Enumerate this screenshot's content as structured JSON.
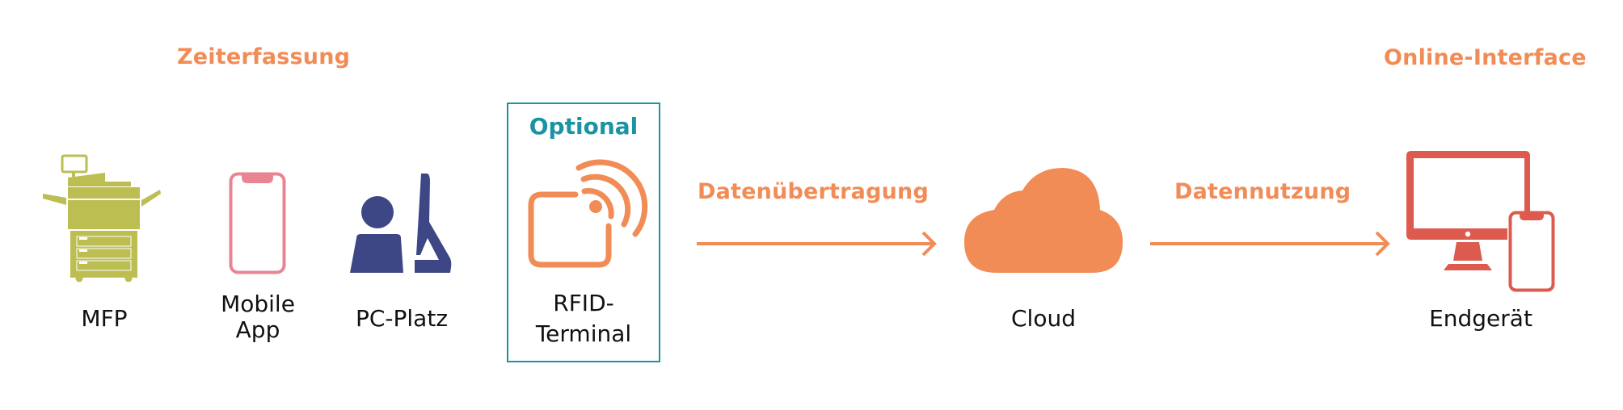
{
  "sections": {
    "left_heading": "Zeiterfassung",
    "right_heading": "Online-Interface"
  },
  "sources": [
    {
      "id": "mfp",
      "label": "MFP",
      "icon": "printer-icon",
      "color": "#bdbe52"
    },
    {
      "id": "mobile",
      "label_line1": "Mobile",
      "label_line2": "App",
      "icon": "smartphone-icon",
      "color": "#e98493"
    },
    {
      "id": "pc",
      "label": "PC-Platz",
      "icon": "person-at-computer-icon",
      "color": "#3e4785"
    }
  ],
  "optional": {
    "title": "Optional",
    "label_line1": "RFID-",
    "label_line2": "Terminal",
    "icon": "rfid-terminal-icon",
    "border_color": "#1a93a3",
    "icon_color": "#f28c56"
  },
  "flows": [
    {
      "label": "Datenübertragung",
      "icon": "arrow-right-icon"
    },
    {
      "label": "Datennutzung",
      "icon": "arrow-right-icon"
    }
  ],
  "cloud": {
    "label": "Cloud",
    "icon": "cloud-icon",
    "color": "#f28c56"
  },
  "endpoint": {
    "label": "Endgerät",
    "icon": "monitor-and-phone-icon",
    "color": "#dd5a4e"
  },
  "colors": {
    "accent_orange": "#f28c56",
    "teal": "#1a93a3",
    "text": "#111111"
  }
}
